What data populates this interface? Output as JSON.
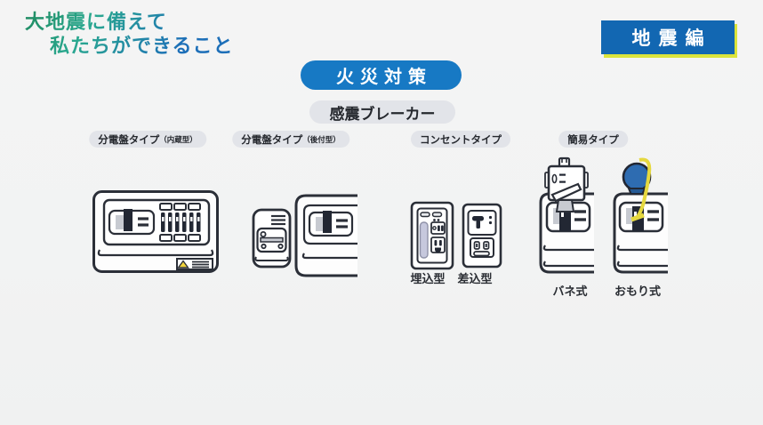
{
  "header": {
    "title_line1": "大地震に備えて",
    "title_line2": "私たちができること",
    "edition_badge": "地震編"
  },
  "main": {
    "section_title": "火災対策",
    "subsection_title": "感震ブレーカー",
    "categories": [
      {
        "label": "分電盤タイプ",
        "sublabel": "（内蔵型）"
      },
      {
        "label": "分電盤タイプ",
        "sublabel": "（後付型）"
      },
      {
        "label": "コンセントタイプ",
        "sublabel": "",
        "variants": [
          "埋込型",
          "差込型"
        ]
      },
      {
        "label": "簡易タイプ",
        "sublabel": "",
        "variants": [
          "バネ式",
          "おもり式"
        ]
      }
    ]
  },
  "illustrations": [
    "distribution-board-builtin",
    "distribution-board-retrofit",
    "outlet-embedded",
    "outlet-plugin",
    "simple-spring-type",
    "simple-weight-type"
  ],
  "colors": {
    "background": "#f2f3f3",
    "badge_blue": "#1267b2",
    "badge_shadow_yellow": "#dbe43c",
    "section_pill_blue": "#1779c4",
    "pill_gray": "#e2e4e9",
    "outline_dark": "#2b2f38",
    "lever_dark": "#222733",
    "lever_gray": "#c7cad1",
    "warning_yellow": "#f2d43c",
    "weight_ball_blue": "#2e6cb1",
    "cord_yellow": "#e5d83f",
    "title_gradient_green": "#1f8a5f",
    "title_gradient_blue": "#1d6fb8"
  }
}
